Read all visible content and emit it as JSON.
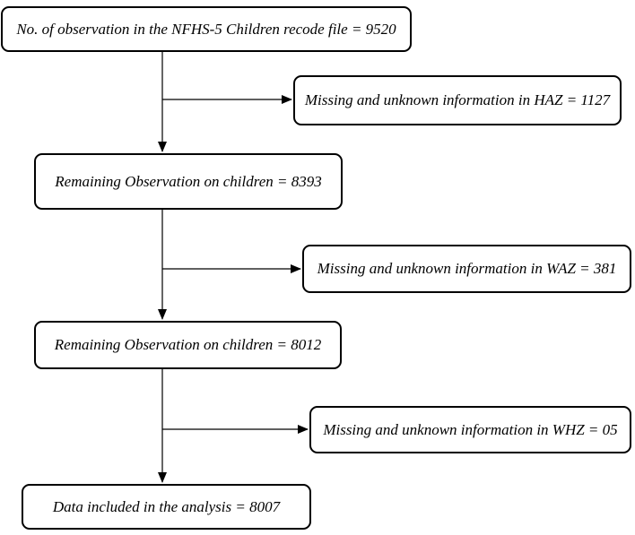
{
  "flowchart": {
    "main": [
      "No. of observation in the NFHS-5 Children recode file = 9520",
      "Remaining Observation on children = 8393",
      "Remaining Observation on children = 8012",
      "Data included in the analysis = 8007"
    ],
    "side": [
      "Missing and unknown information in HAZ = 1127",
      "Missing and unknown information in WAZ = 381",
      "Missing and unknown information in WHZ = 05"
    ]
  }
}
